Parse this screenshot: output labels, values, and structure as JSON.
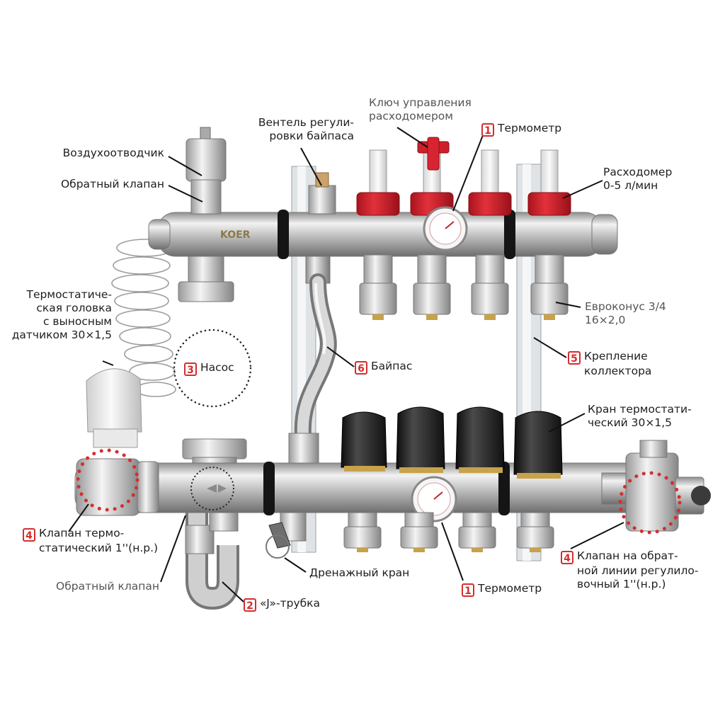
{
  "brand": "KOER",
  "labels": {
    "air_vent": "Воздухоотводчик",
    "check_valve_top": "Обратный клапан",
    "bypass_valve": [
      "Вентель регули-",
      "ровки байпаса"
    ],
    "flowmeter_key": [
      "Ключ управления",
      "расходомером"
    ],
    "thermometer_top": "Термометр",
    "flowmeter": [
      "Расходомер",
      "0-5 л/мин"
    ],
    "thermo_head": [
      "Термостатиче-",
      "ская головка",
      "с выносным",
      "датчиком 30×1,5"
    ],
    "pump": "Насос",
    "bypass": "Байпас",
    "eurocone": [
      "Евроконус 3/4",
      "16×2,0"
    ],
    "bracket": [
      "Крепление",
      "коллектора"
    ],
    "thermo_tap": [
      "Кран термостати-",
      "ческий 30×1,5"
    ],
    "thermo_valve": [
      "Клапан термо-",
      "статический 1''(н.р.)"
    ],
    "drain": "Дренажный кран",
    "check_valve_bottom": "Обратный клапан",
    "j_tube": "«J»-трубка",
    "thermometer_bottom": "Термометр",
    "return_valve": [
      "Клапан на обрат-",
      "ной линии регулило-",
      "вочный 1''(н.р.)"
    ]
  },
  "badges": {
    "thermometer_top": "1",
    "pump": "3",
    "bypass": "6",
    "bracket": "5",
    "thermo_valve": "4",
    "j_tube": "2",
    "thermometer_bottom": "1",
    "return_valve": "4"
  },
  "colors": {
    "accent_red": "#d42e2e",
    "nickel": "#b9b9b9",
    "cap_black": "#1b1b1b",
    "flow_red": "#cf1f2a"
  }
}
